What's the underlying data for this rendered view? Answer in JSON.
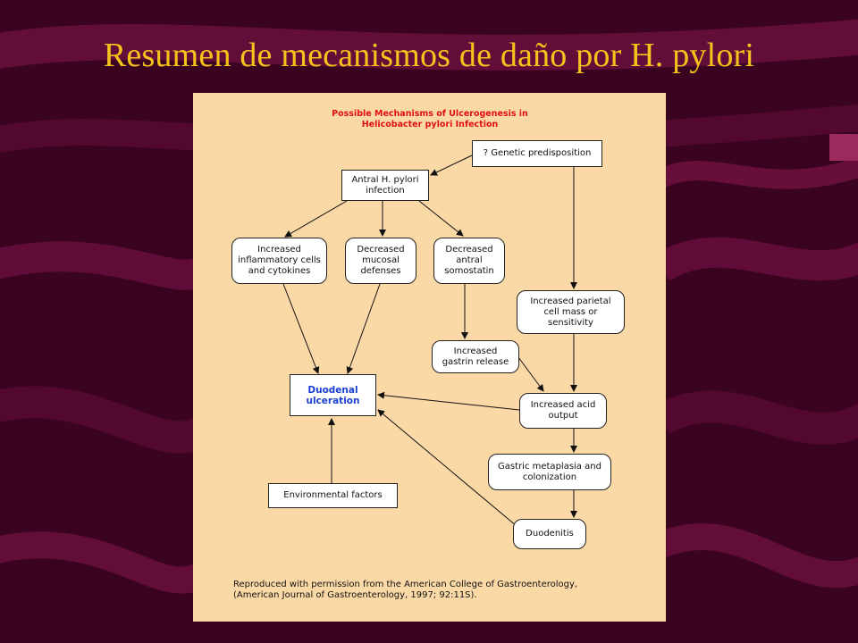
{
  "slide": {
    "title": "Resumen de mecanismos de daño por H. pylori"
  },
  "diagram": {
    "title": "Possible Mechanisms of Ulcerogenesis in\nHelicobacter pylori Infection",
    "credit": "Reproduced with permission from the American College of Gastroenterology,\n(American Journal of Gastroenterology, 1997; 92:11S).",
    "nodes": {
      "genetic": "? Genetic predisposition",
      "antral": "Antral H. pylori\ninfection",
      "inflammatory": "Increased\ninflammatory cells\nand cytokines",
      "mucosal": "Decreased\nmucosal\ndefenses",
      "somatostatin": "Decreased\nantral\nsomostatin",
      "parietal": "Increased parietal\ncell mass or\nsensitivity",
      "gastrin": "Increased\ngastrin release",
      "duodenal": "Duodenal\nulceration",
      "acid": "Increased acid\noutput",
      "metaplasia": "Gastric metaplasia and\ncolonization",
      "environmental": "Environmental factors",
      "duodenitis": "Duodenitis"
    },
    "colors": {
      "panel": "#fbd9a6",
      "diagram_title": "#e01010",
      "emphasis": "#1a3fd0",
      "slide_title": "#f6c21c"
    }
  }
}
